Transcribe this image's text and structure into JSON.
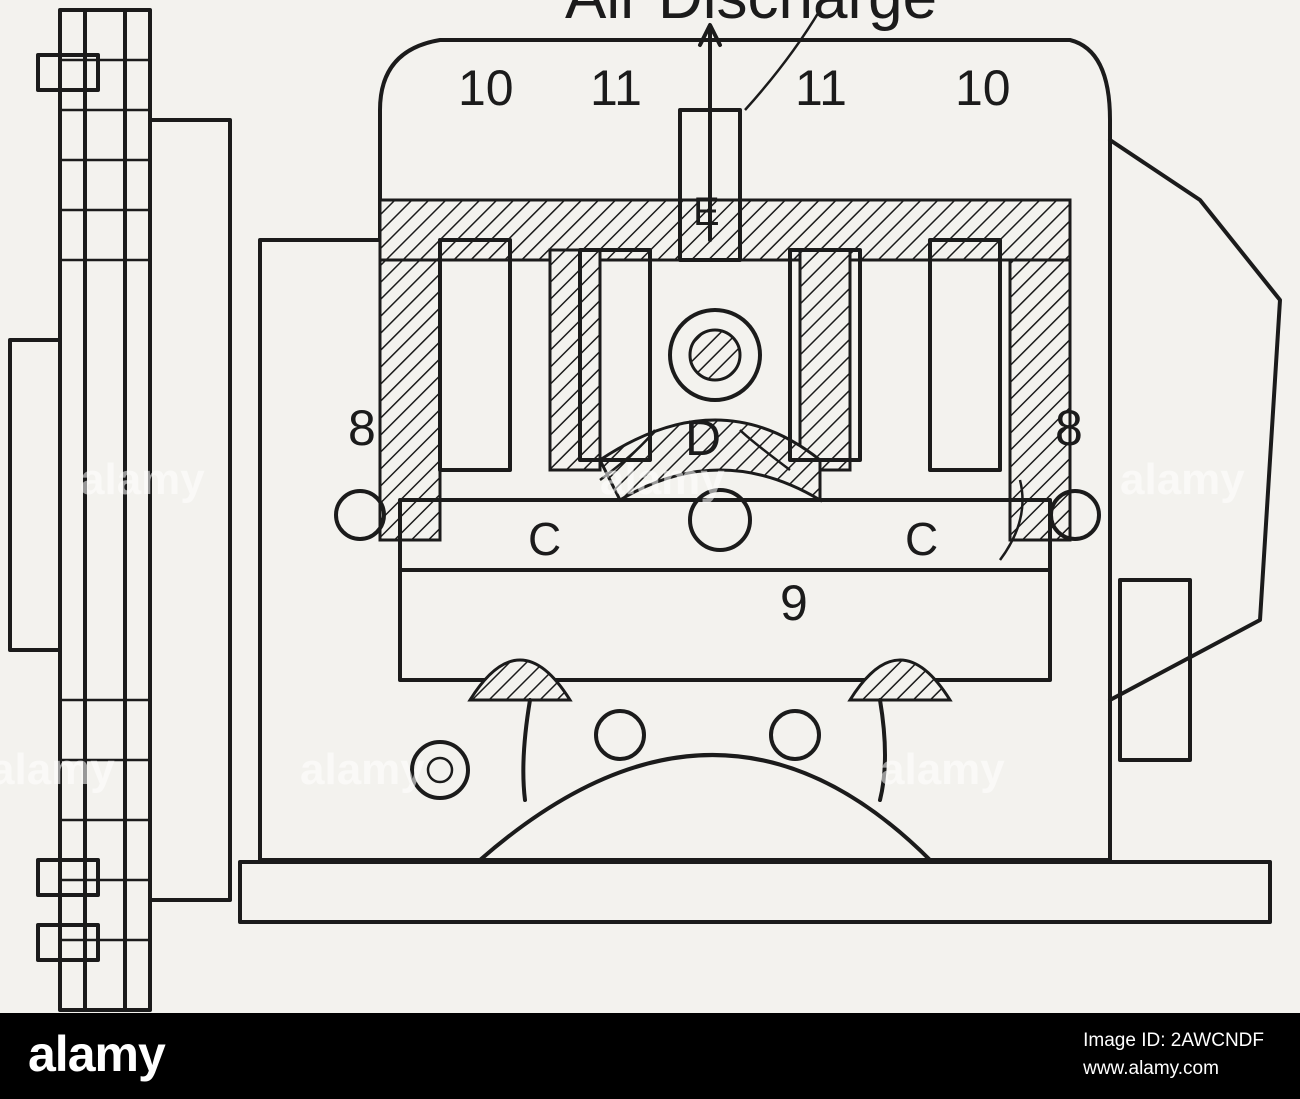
{
  "figure": {
    "caption_top": "Air Discharge",
    "labels": {
      "valve_outer_left": "10",
      "valve_inner_left": "11",
      "valve_inner_right": "11",
      "valve_outer_right": "10",
      "port_e": "E",
      "chamber_d": "D",
      "chamber_c_left": "C",
      "chamber_c_right": "C",
      "bolt_left": "8",
      "bolt_right": "8",
      "passage_9": "9"
    },
    "watermark": "alamy"
  },
  "footer": {
    "brand": "alamy",
    "image_id_line": "Image ID: 2AWCNDF",
    "site_line": "www.alamy.com"
  },
  "colors": {
    "paper": "#f3f2ee",
    "ink": "#1b1b1b",
    "footer_bg": "#000000",
    "footer_text": "#ffffff"
  }
}
